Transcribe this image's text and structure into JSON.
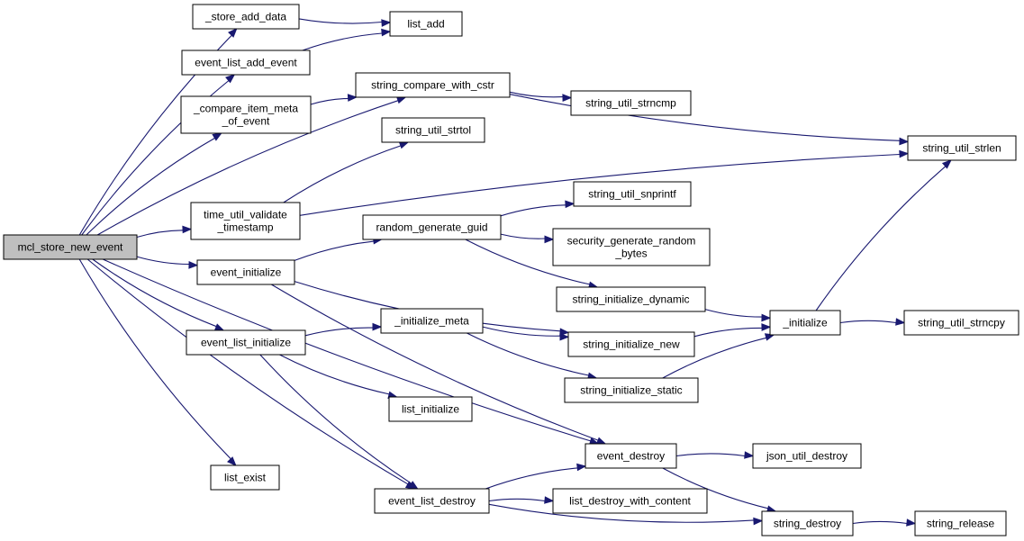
{
  "colors": {
    "edge": "#191970",
    "root_fill": "#bfbfbf",
    "node_fill": "#ffffff",
    "node_border": "#000000"
  },
  "root": "mcl_store_new_event",
  "nodes": [
    {
      "id": "mcl_store_new_event",
      "lines": [
        "mcl_store_new_event"
      ]
    },
    {
      "id": "_store_add_data",
      "lines": [
        "_store_add_data"
      ]
    },
    {
      "id": "list_add",
      "lines": [
        "list_add"
      ]
    },
    {
      "id": "event_list_add_event",
      "lines": [
        "event_list_add_event"
      ]
    },
    {
      "id": "_compare_item_meta_of_event",
      "lines": [
        "_compare_item_meta",
        "_of_event"
      ]
    },
    {
      "id": "string_compare_with_cstr",
      "lines": [
        "string_compare_with_cstr"
      ]
    },
    {
      "id": "string_util_strncmp",
      "lines": [
        "string_util_strncmp"
      ]
    },
    {
      "id": "string_util_strlen",
      "lines": [
        "string_util_strlen"
      ]
    },
    {
      "id": "string_util_strtol",
      "lines": [
        "string_util_strtol"
      ]
    },
    {
      "id": "time_util_validate_timestamp",
      "lines": [
        "time_util_validate",
        "_timestamp"
      ]
    },
    {
      "id": "string_util_snprintf",
      "lines": [
        "string_util_snprintf"
      ]
    },
    {
      "id": "random_generate_guid",
      "lines": [
        "random_generate_guid"
      ]
    },
    {
      "id": "security_generate_random_bytes",
      "lines": [
        "security_generate_random",
        "_bytes"
      ]
    },
    {
      "id": "event_initialize",
      "lines": [
        "event_initialize"
      ]
    },
    {
      "id": "string_initialize_dynamic",
      "lines": [
        "string_initialize_dynamic"
      ]
    },
    {
      "id": "_initialize",
      "lines": [
        "_initialize"
      ]
    },
    {
      "id": "string_util_strncpy",
      "lines": [
        "string_util_strncpy"
      ]
    },
    {
      "id": "_initialize_meta",
      "lines": [
        "_initialize_meta"
      ]
    },
    {
      "id": "event_list_initialize",
      "lines": [
        "event_list_initialize"
      ]
    },
    {
      "id": "string_initialize_new",
      "lines": [
        "string_initialize_new"
      ]
    },
    {
      "id": "string_initialize_static",
      "lines": [
        "string_initialize_static"
      ]
    },
    {
      "id": "list_initialize",
      "lines": [
        "list_initialize"
      ]
    },
    {
      "id": "event_destroy",
      "lines": [
        "event_destroy"
      ]
    },
    {
      "id": "json_util_destroy",
      "lines": [
        "json_util_destroy"
      ]
    },
    {
      "id": "list_exist",
      "lines": [
        "list_exist"
      ]
    },
    {
      "id": "event_list_destroy",
      "lines": [
        "event_list_destroy"
      ]
    },
    {
      "id": "list_destroy_with_content",
      "lines": [
        "list_destroy_with_content"
      ]
    },
    {
      "id": "string_destroy",
      "lines": [
        "string_destroy"
      ]
    },
    {
      "id": "string_release",
      "lines": [
        "string_release"
      ]
    }
  ],
  "edges": [
    {
      "from": "mcl_store_new_event",
      "to": "_store_add_data"
    },
    {
      "from": "mcl_store_new_event",
      "to": "event_list_add_event"
    },
    {
      "from": "mcl_store_new_event",
      "to": "_compare_item_meta_of_event"
    },
    {
      "from": "mcl_store_new_event",
      "to": "string_compare_with_cstr"
    },
    {
      "from": "mcl_store_new_event",
      "to": "time_util_validate_timestamp"
    },
    {
      "from": "mcl_store_new_event",
      "to": "event_initialize"
    },
    {
      "from": "mcl_store_new_event",
      "to": "event_list_initialize"
    },
    {
      "from": "mcl_store_new_event",
      "to": "event_destroy"
    },
    {
      "from": "mcl_store_new_event",
      "to": "list_exist"
    },
    {
      "from": "mcl_store_new_event",
      "to": "event_list_destroy"
    },
    {
      "from": "_store_add_data",
      "to": "list_add"
    },
    {
      "from": "event_list_add_event",
      "to": "list_add"
    },
    {
      "from": "_compare_item_meta_of_event",
      "to": "string_compare_with_cstr"
    },
    {
      "from": "string_compare_with_cstr",
      "to": "string_util_strncmp"
    },
    {
      "from": "string_compare_with_cstr",
      "to": "string_util_strlen"
    },
    {
      "from": "time_util_validate_timestamp",
      "to": "string_util_strtol"
    },
    {
      "from": "time_util_validate_timestamp",
      "to": "string_util_strlen"
    },
    {
      "from": "event_initialize",
      "to": "random_generate_guid"
    },
    {
      "from": "event_initialize",
      "to": "string_initialize_new"
    },
    {
      "from": "event_initialize",
      "to": "event_destroy"
    },
    {
      "from": "random_generate_guid",
      "to": "string_util_snprintf"
    },
    {
      "from": "random_generate_guid",
      "to": "security_generate_random_bytes"
    },
    {
      "from": "random_generate_guid",
      "to": "string_initialize_dynamic"
    },
    {
      "from": "string_initialize_dynamic",
      "to": "_initialize"
    },
    {
      "from": "string_initialize_new",
      "to": "_initialize"
    },
    {
      "from": "string_initialize_static",
      "to": "_initialize"
    },
    {
      "from": "_initialize",
      "to": "string_util_strlen"
    },
    {
      "from": "_initialize",
      "to": "string_util_strncpy"
    },
    {
      "from": "event_list_initialize",
      "to": "_initialize_meta"
    },
    {
      "from": "event_list_initialize",
      "to": "list_initialize"
    },
    {
      "from": "event_list_initialize",
      "to": "event_list_destroy"
    },
    {
      "from": "_initialize_meta",
      "to": "string_initialize_new"
    },
    {
      "from": "_initialize_meta",
      "to": "string_initialize_static"
    },
    {
      "from": "event_destroy",
      "to": "json_util_destroy"
    },
    {
      "from": "event_destroy",
      "to": "string_destroy"
    },
    {
      "from": "event_list_destroy",
      "to": "event_destroy"
    },
    {
      "from": "event_list_destroy",
      "to": "list_destroy_with_content"
    },
    {
      "from": "event_list_destroy",
      "to": "string_destroy"
    },
    {
      "from": "string_destroy",
      "to": "string_release"
    }
  ]
}
